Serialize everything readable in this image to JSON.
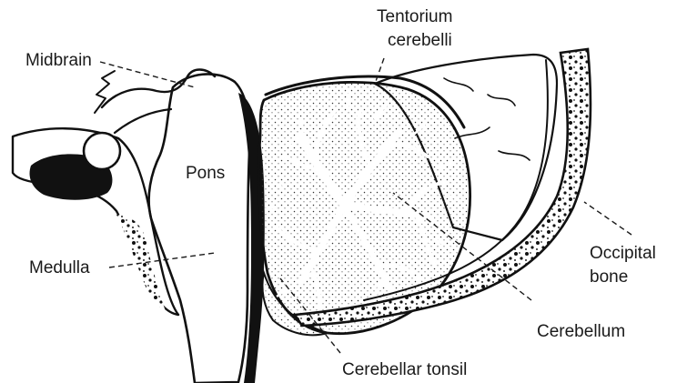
{
  "diagram": {
    "labels": {
      "midbrain": "Midbrain",
      "pons": "Pons",
      "medulla": "Medulla",
      "tentorium_line1": "Tentorium",
      "tentorium_line2": "cerebelli",
      "occipital_line1": "Occipital",
      "occipital_line2": "bone",
      "cerebellum": "Cerebellum",
      "cerebellar_tonsil": "Cerebellar tonsil"
    }
  }
}
